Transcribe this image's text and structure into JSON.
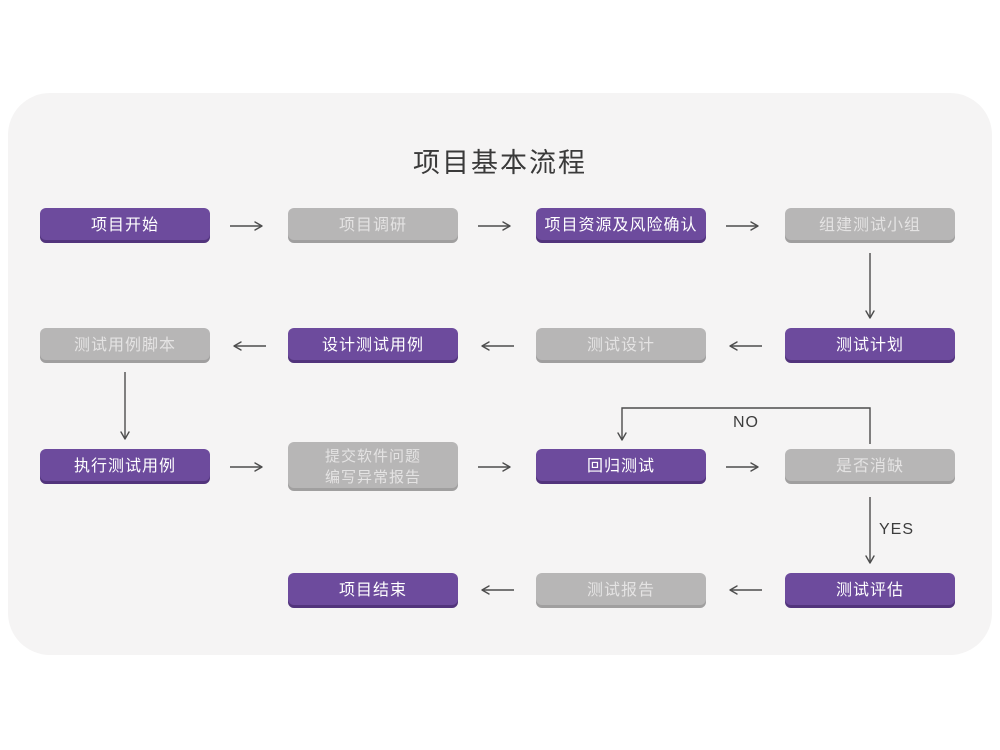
{
  "title": "项目基本流程",
  "colors": {
    "accent_purple": "#6d4b9d",
    "node_gray": "#b7b6b6",
    "panel_background": "#f5f4f4",
    "arrow": "#4d4d4d",
    "text_on_purple": "#ffffff",
    "text_on_gray": "#e4e3e3"
  },
  "edge_labels": {
    "no": "NO",
    "yes": "YES"
  },
  "nodes": [
    {
      "id": "project-start",
      "label": "项目开始",
      "variant": "purple"
    },
    {
      "id": "project-research",
      "label": "项目调研",
      "variant": "gray"
    },
    {
      "id": "resource-risk-confirm",
      "label": "项目资源及风险确认",
      "variant": "purple"
    },
    {
      "id": "build-test-team",
      "label": "组建测试小组",
      "variant": "gray"
    },
    {
      "id": "test-plan",
      "label": "测试计划",
      "variant": "purple"
    },
    {
      "id": "test-design",
      "label": "测试设计",
      "variant": "gray"
    },
    {
      "id": "design-test-cases",
      "label": "设计测试用例",
      "variant": "purple"
    },
    {
      "id": "test-case-script",
      "label": "测试用例脚本",
      "variant": "gray"
    },
    {
      "id": "execute-test-cases",
      "label": "执行测试用例",
      "variant": "purple"
    },
    {
      "id": "submit-issues-report",
      "label": "提交软件问题\n编写异常报告",
      "variant": "gray"
    },
    {
      "id": "regression-test",
      "label": "回归测试",
      "variant": "purple"
    },
    {
      "id": "defect-resolved",
      "label": "是否消缺",
      "variant": "gray"
    },
    {
      "id": "test-evaluation",
      "label": "测试评估",
      "variant": "purple"
    },
    {
      "id": "test-report",
      "label": "测试报告",
      "variant": "gray"
    },
    {
      "id": "project-end",
      "label": "项目结束",
      "variant": "purple"
    }
  ]
}
